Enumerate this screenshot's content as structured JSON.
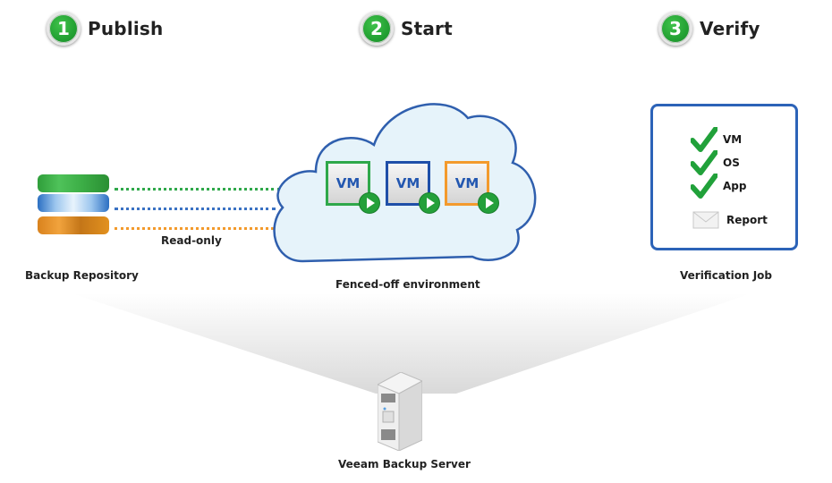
{
  "steps": [
    {
      "number": "1",
      "label": "Publish"
    },
    {
      "number": "2",
      "label": "Start"
    },
    {
      "number": "3",
      "label": "Verify"
    }
  ],
  "repository": {
    "caption": "Backup Repository",
    "connection_label": "Read-only",
    "disk_colors": [
      "#3daf47",
      "#2b6fc2",
      "#e2911f"
    ]
  },
  "environment": {
    "caption": "Fenced-off environment",
    "vms": [
      {
        "label": "VM",
        "border_color": "#2fa84a"
      },
      {
        "label": "VM",
        "border_color": "#1f4fa8"
      },
      {
        "label": "VM",
        "border_color": "#f39a2c"
      }
    ],
    "cloud_fill": "#e6f3fa",
    "cloud_stroke": "#2f5fae"
  },
  "verification": {
    "caption": "Verification Job",
    "checks": [
      "VM",
      "OS",
      "App"
    ],
    "report_label": "Report"
  },
  "server": {
    "caption": "Veeam Backup Server"
  }
}
